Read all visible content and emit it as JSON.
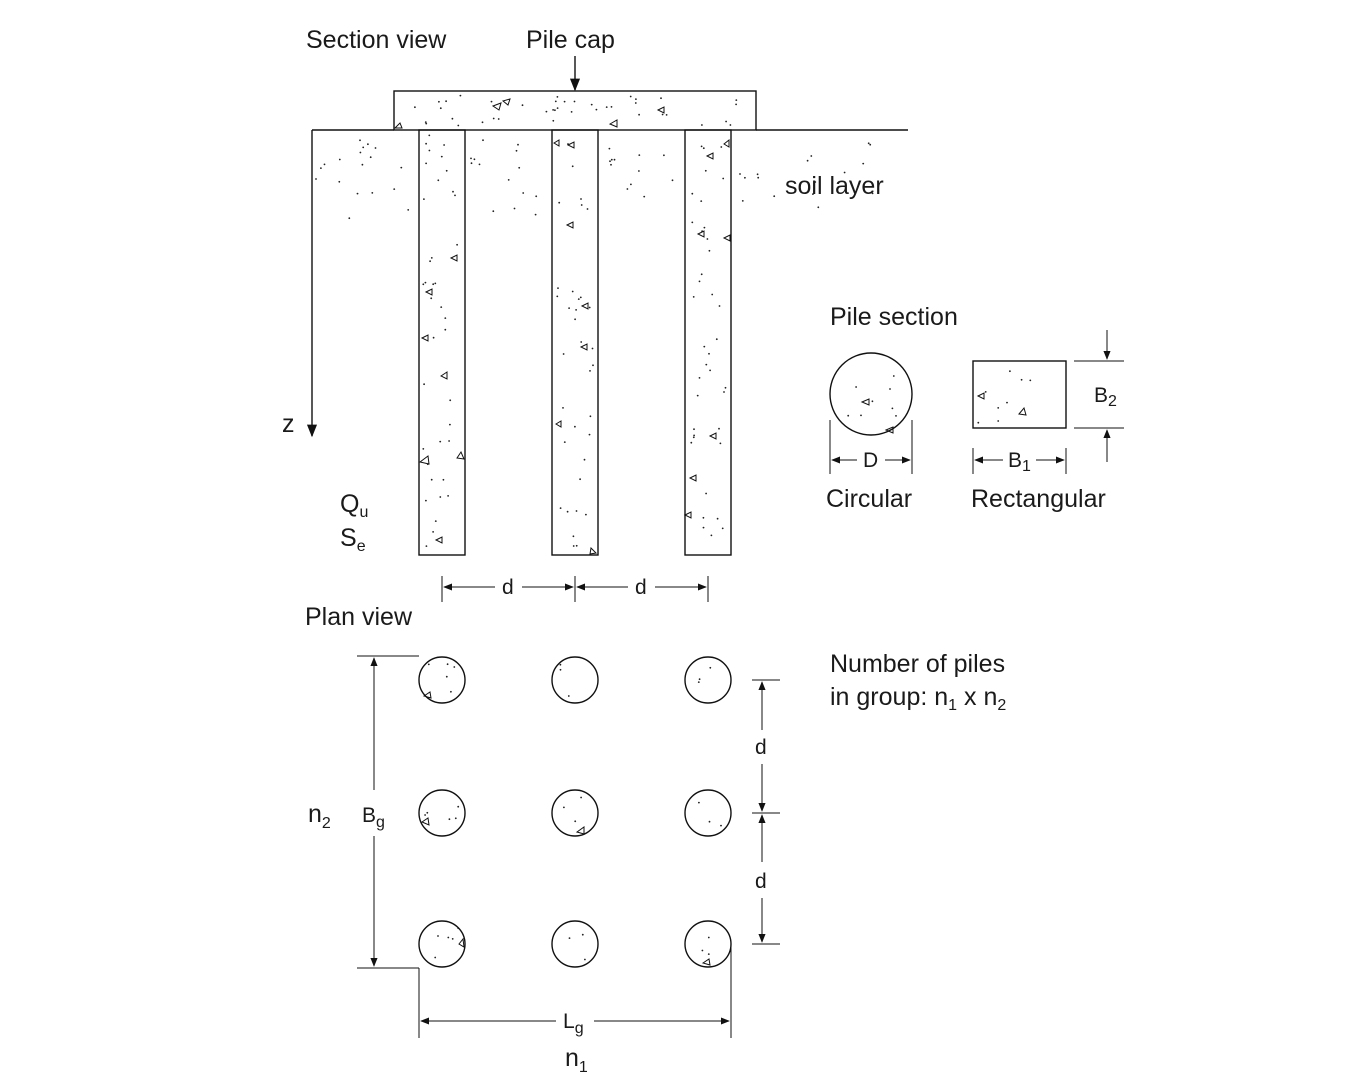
{
  "labels": {
    "section_view": "Section view",
    "pile_cap": "Pile cap",
    "soil_layer": "soil layer",
    "z_axis": "z",
    "q_main": "Q",
    "q_sub": "u",
    "s_main": "S",
    "s_sub": "e",
    "spacing_d": "d",
    "pile_section": "Pile section",
    "diameter": "D",
    "b1_main": "B",
    "b1_sub": "1",
    "b2_main": "B",
    "b2_sub": "2",
    "circular": "Circular",
    "rectangular": "Rectangular",
    "plan_view": "Plan view",
    "number_line1": "Number of piles",
    "number_line2_prefix": "in group: n",
    "number_line2_sub1": "1",
    "number_line2_mid": " x n",
    "number_line2_sub2": "2",
    "n2_main": "n",
    "n2_sub": "2",
    "bg_main": "B",
    "bg_sub": "g",
    "lg_main": "L",
    "lg_sub": "g",
    "n1_main": "n",
    "n1_sub": "1"
  },
  "colors": {
    "line": "#111111",
    "text": "#1a1a1a",
    "background": "#ffffff"
  }
}
